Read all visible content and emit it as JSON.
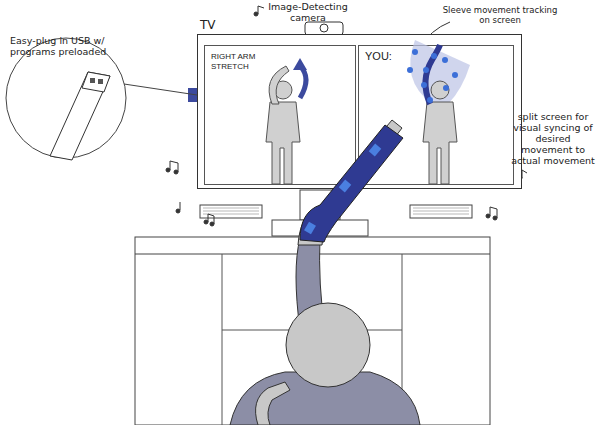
{
  "diagram": {
    "nodes": [
      {
        "text": [
          "TV"
        ]
      },
      {
        "text": [
          "RIGHT ARM STRETCH"
        ],
        "in": 0
      },
      {
        "text": [
          "YOU:"
        ],
        "in": 0
      }
    ],
    "labels": [
      "Image-Detecting camera",
      "Easy-plug in USB w/ programs preloaded",
      "Sleeve movement tracking on screen",
      "split screen for visual syncing of desired movement to actual movement"
    ]
  }
}
